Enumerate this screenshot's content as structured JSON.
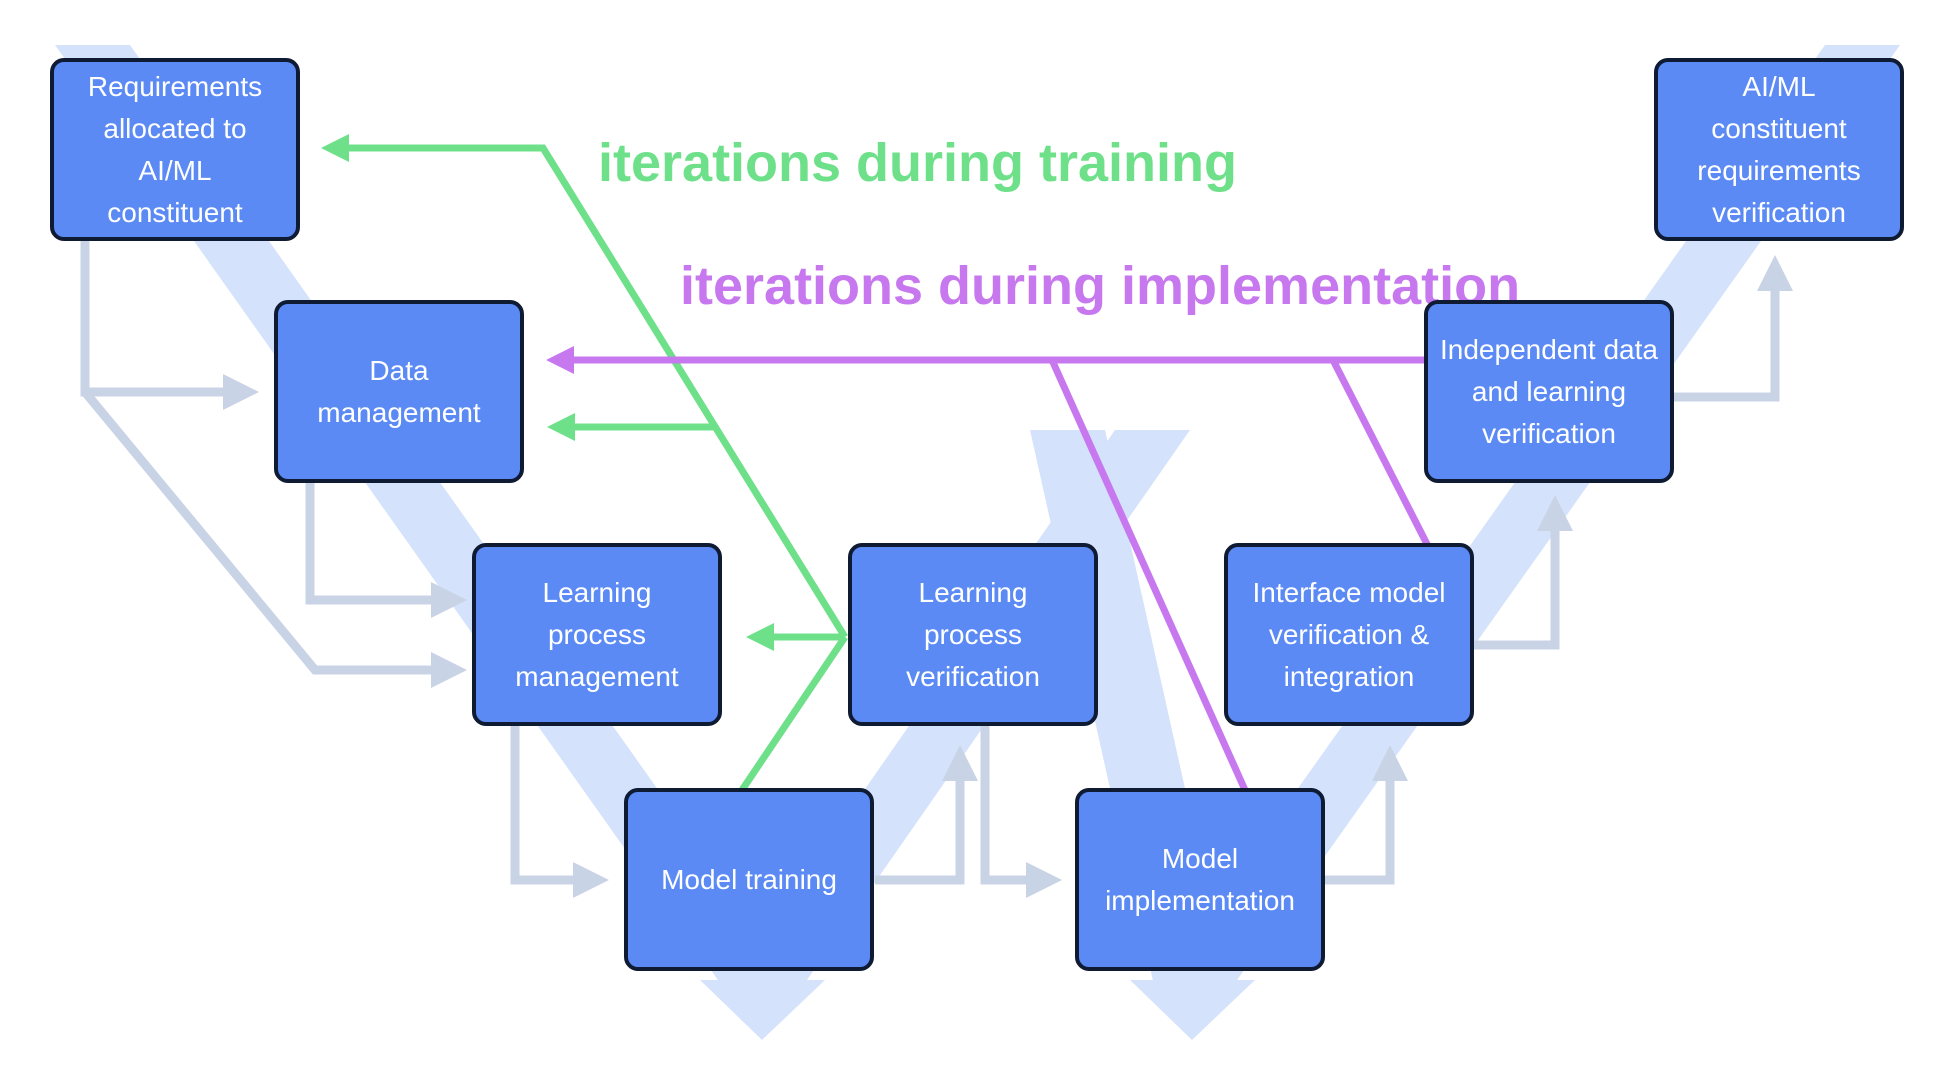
{
  "labels": {
    "training_iterations": "iterations during training",
    "implementation_iterations": "iterations during implementation"
  },
  "boxes": {
    "requirements": "Requirements\nallocated to\nAI/ML\nconstituent",
    "data_management": "Data\nmanagement",
    "learning_process_management": "Learning\nprocess\nmanagement",
    "model_training": "Model training",
    "learning_process_verification": "Learning\nprocess\nverification",
    "model_implementation": "Model\nimplementation",
    "interface_model_verification": "Interface model\nverification &\nintegration",
    "independent_verification": "Independent data\nand learning\nverification",
    "requirements_verification": "AI/ML\nconstituent\nrequirements\nverification"
  },
  "colors": {
    "box_fill": "#5b8af5",
    "box_border": "#0f1a33",
    "v_band": "#d4e3fb",
    "connector": "#c9d3e6",
    "training_arrows": "#6ee089",
    "implementation_arrows": "#c778ef"
  }
}
